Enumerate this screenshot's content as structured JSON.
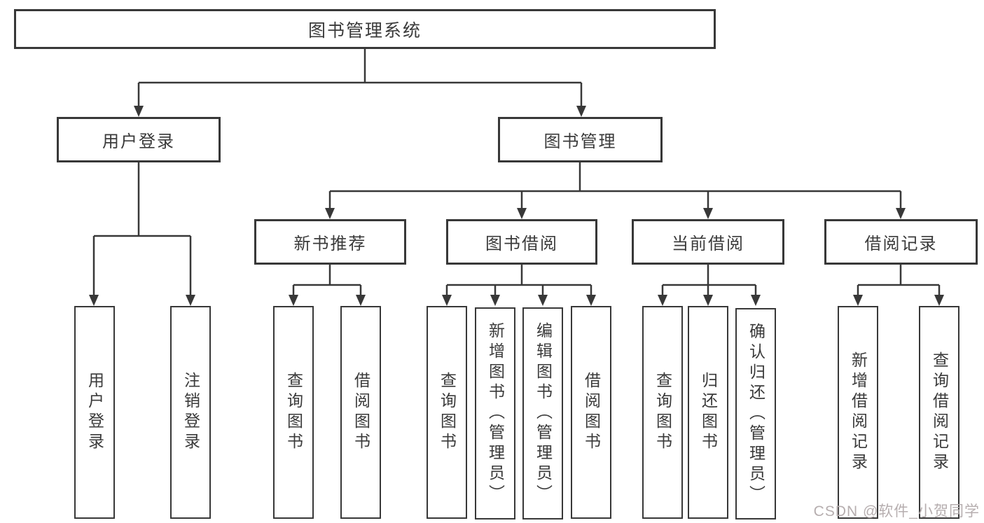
{
  "colors": {
    "line": "#383838",
    "box_border": "#383838",
    "text": "#3a3a3a",
    "background": "#ffffff",
    "watermark": "#b6aeaf"
  },
  "tree": {
    "label": "图书管理系统",
    "children": [
      {
        "label": "用户登录",
        "children": [
          {
            "label": "用户登录"
          },
          {
            "label": "注销登录"
          }
        ]
      },
      {
        "label": "图书管理",
        "children": [
          {
            "label": "新书推荐",
            "children": [
              {
                "label": "查询图书"
              },
              {
                "label": "借阅图书"
              }
            ]
          },
          {
            "label": "图书借阅",
            "children": [
              {
                "label": "查询图书"
              },
              {
                "label": "新增图书（管理员）"
              },
              {
                "label": "编辑图书（管理员）"
              },
              {
                "label": "借阅图书"
              }
            ]
          },
          {
            "label": "当前借阅",
            "children": [
              {
                "label": "查询图书"
              },
              {
                "label": "归还图书"
              },
              {
                "label": "确认归还（管理员）"
              }
            ]
          },
          {
            "label": "借阅记录",
            "children": [
              {
                "label": "新增借阅记录"
              },
              {
                "label": "查询借阅记录"
              }
            ]
          }
        ]
      }
    ]
  },
  "watermark": {
    "text": "CSDN @软件_小贺同学"
  }
}
